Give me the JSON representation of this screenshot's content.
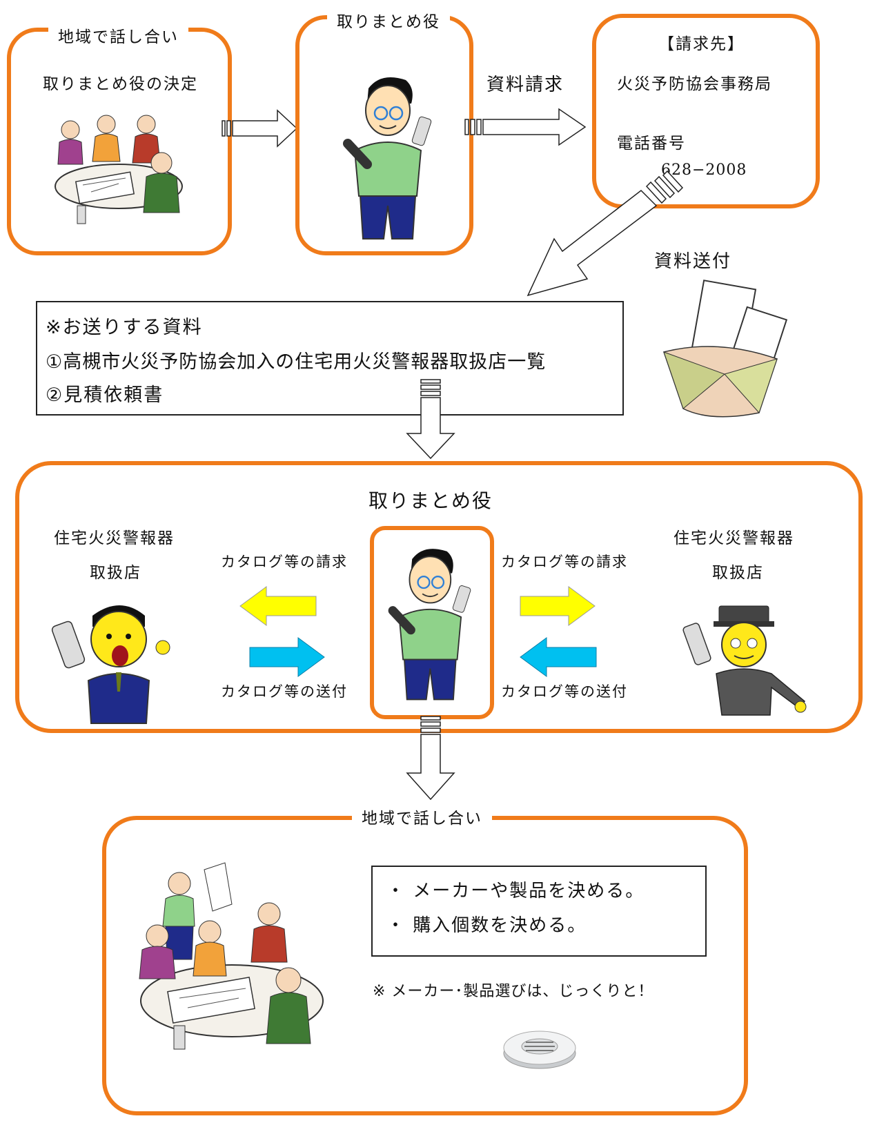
{
  "step1": {
    "label": "地域で話し合い",
    "text": "取りまとめ役の決定"
  },
  "step2": {
    "label": "取りまとめ役"
  },
  "step3": {
    "title": "【請求先】",
    "org": "火災予防協会事務局",
    "phone_label": "電話番号",
    "phone": "628−2008"
  },
  "arrows": {
    "request": "資料請求",
    "send": "資料送付"
  },
  "materials": {
    "heading": "※お送りする資料",
    "items": [
      "①高槻市火災予防協会加入の住宅用火災警報器取扱店一覧",
      "②見積依頼書"
    ]
  },
  "hub": {
    "title": "取りまとめ役",
    "left_store": [
      "住宅火災警報器",
      "取扱店"
    ],
    "right_store": [
      "住宅火災警報器",
      "取扱店"
    ],
    "catalog_request": "カタログ等の請求",
    "catalog_send": "カタログ等の送付"
  },
  "final": {
    "label": "地域で話し合い",
    "items": [
      "・ メーカーや製品を決める。",
      "・ 購入個数を決める。"
    ],
    "note": "※ メーカー･製品選びは、じっくりと！"
  },
  "colors": {
    "orange": "#f07b1a",
    "yellow": "#ffff00",
    "cyan": "#00c0f0"
  },
  "icons": [
    "meeting-group-illustration",
    "man-with-phone-illustration",
    "envelope-documents-illustration",
    "salesman-with-phone-illustration",
    "shopkeeper-with-phone-illustration",
    "smoke-detector-illustration"
  ]
}
